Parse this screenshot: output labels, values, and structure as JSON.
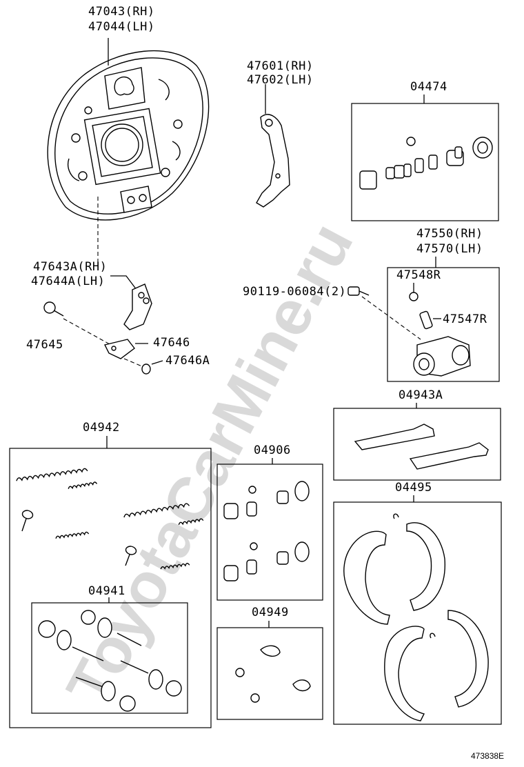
{
  "watermark": "ToyotaCarMine.ru",
  "figure_id": "473838E",
  "labels": {
    "backing_plate_rh": "47043(RH)",
    "backing_plate_lh": "47044(LH)",
    "lever_rh": "47601(RH)",
    "lever_lh": "47602(LH)",
    "cyl_kit": "04474",
    "wheel_cyl_rh": "47550(RH)",
    "wheel_cyl_lh": "47570(LH)",
    "bleeder_cap": "47548R",
    "bleeder_plug": "47547R",
    "bolt": "90119-06084(2)",
    "adj_lever_rh": "47643A(RH)",
    "adj_lever_lh": "47644A(LH)",
    "pin": "47645",
    "spring_lever": "47646",
    "washer": "47646A",
    "spring_kit": "04942",
    "strut_kit": "04943A",
    "cyl_repair_kit": "04906",
    "shoe_kit": "04495",
    "hold_down_kit": "04941",
    "small_parts_kit": "04949"
  }
}
